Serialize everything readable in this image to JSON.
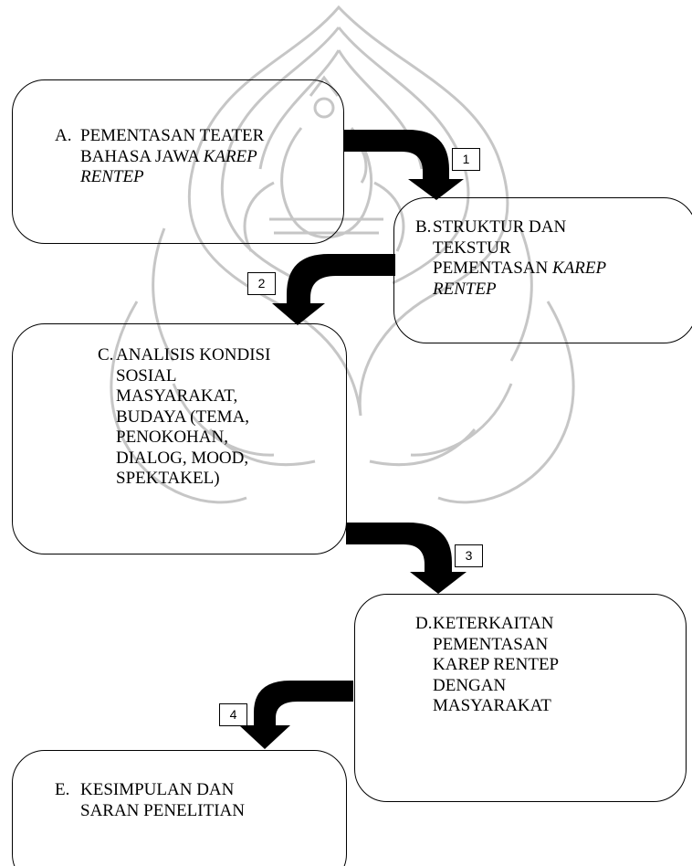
{
  "diagram": {
    "watermark": "university-emblem",
    "steps": [
      {
        "id": "A",
        "letter": "A.",
        "lines": [
          [
            {
              "t": "PEMENTASAN TEATER",
              "i": false
            }
          ],
          [
            {
              "t": "BAHASA JAWA ",
              "i": false
            },
            {
              "t": "KAREP",
              "i": true
            }
          ],
          [
            {
              "t": "RENTEP",
              "i": true
            }
          ]
        ]
      },
      {
        "id": "B",
        "letter": "B.",
        "lines": [
          [
            {
              "t": "STRUKTUR DAN",
              "i": false
            }
          ],
          [
            {
              "t": "TEKSTUR",
              "i": false
            }
          ],
          [
            {
              "t": "PEMENTASAN ",
              "i": false
            },
            {
              "t": "KAREP",
              "i": true
            }
          ],
          [
            {
              "t": "RENTEP",
              "i": true
            }
          ]
        ]
      },
      {
        "id": "C",
        "letter": "C.",
        "lines": [
          [
            {
              "t": "ANALISIS KONDISI",
              "i": false
            }
          ],
          [
            {
              "t": "SOSIAL",
              "i": false
            }
          ],
          [
            {
              "t": "MASYARAKAT,",
              "i": false
            }
          ],
          [
            {
              "t": "BUDAYA (TEMA,",
              "i": false
            }
          ],
          [
            {
              "t": "PENOKOHAN,",
              "i": false
            }
          ],
          [
            {
              "t": "DIALOG, MOOD,",
              "i": false
            }
          ],
          [
            {
              "t": "SPEKTAKEL)",
              "i": false
            }
          ]
        ]
      },
      {
        "id": "D",
        "letter": "D.",
        "lines": [
          [
            {
              "t": "KETERKAITAN",
              "i": false
            }
          ],
          [
            {
              "t": "PEMENTASAN",
              "i": false
            }
          ],
          [
            {
              "t": "KAREP RENTEP",
              "i": false
            }
          ],
          [
            {
              "t": "DENGAN",
              "i": false
            }
          ],
          [
            {
              "t": "MASYARAKAT",
              "i": false
            }
          ]
        ]
      },
      {
        "id": "E",
        "letter": "E.",
        "lines": [
          [
            {
              "t": "KESIMPULAN DAN",
              "i": false
            }
          ],
          [
            {
              "t": "SARAN PENELITIAN",
              "i": false
            }
          ]
        ]
      }
    ],
    "connectors": [
      {
        "label": "1",
        "from": "A",
        "to": "B"
      },
      {
        "label": "2",
        "from": "B",
        "to": "C"
      },
      {
        "label": "3",
        "from": "C",
        "to": "D"
      },
      {
        "label": "4",
        "from": "D",
        "to": "E"
      }
    ],
    "colors": {
      "stroke": "#000000",
      "arrow": "#000000",
      "watermark": "#bdbdbd"
    }
  }
}
